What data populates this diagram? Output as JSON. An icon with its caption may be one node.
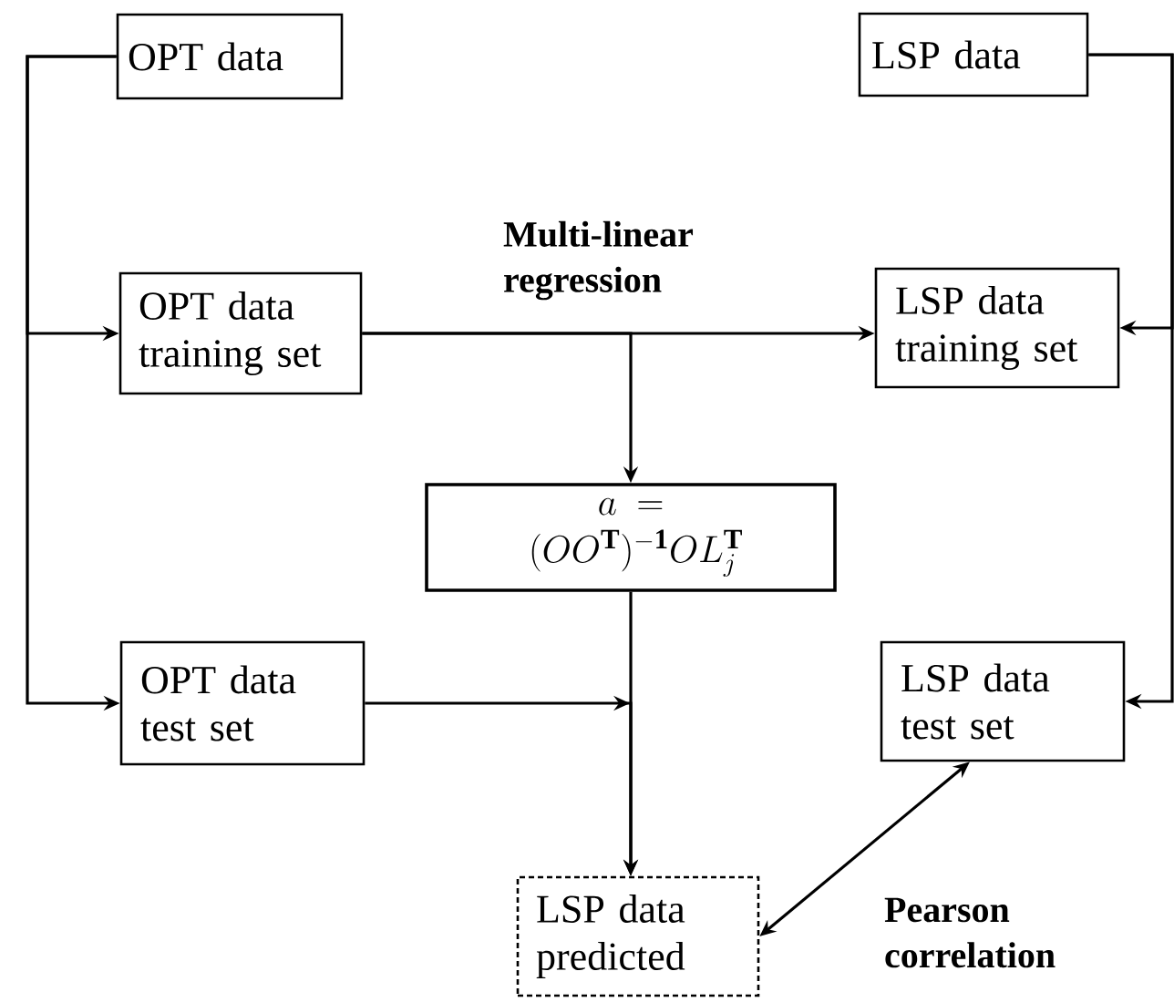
{
  "diagram": {
    "nodes": [
      {
        "text": [
          "OPT data"
        ]
      },
      {
        "text": [
          "LSP data"
        ]
      },
      {
        "text": [
          "OPT data training set"
        ]
      },
      {
        "text": [
          "LSP data training set"
        ]
      },
      {
        "text": [
          "a=(OO^{\\mathbf{T}})^{\\mathbf{-1}}OL_j^{\\mathbf{T}}"
        ]
      },
      {
        "text": [
          "OPT data test set"
        ]
      },
      {
        "text": [
          "LSP data test set"
        ]
      },
      {
        "text": [
          "LSP data predicted"
        ]
      }
    ],
    "edges": [
      {
        "from": 0,
        "to": 2,
        "arrow": "to"
      },
      {
        "from": 0,
        "to": 5,
        "arrow": "to"
      },
      {
        "from": 1,
        "to": 3,
        "arrow": "to"
      },
      {
        "from": 1,
        "to": 6,
        "arrow": "to"
      },
      {
        "from": 2,
        "to": 3,
        "arrow": "to",
        "label": "Multi-linear regression"
      },
      {
        "from": 2,
        "to": 4,
        "arrow": "to"
      },
      {
        "from": 4,
        "to": 7,
        "arrow": "to"
      },
      {
        "from": 5,
        "to": 7,
        "arrow": "to"
      },
      {
        "from": 6,
        "to": 7,
        "arrow": "both",
        "label": "Pearson correlation"
      }
    ]
  }
}
